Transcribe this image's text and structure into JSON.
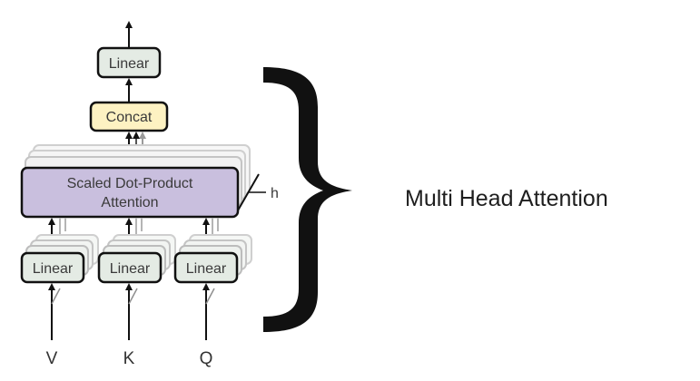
{
  "diagram": {
    "top_linear_label": "Linear",
    "concat_label": "Concat",
    "attention_label_line1": "Scaled Dot-Product",
    "attention_label_line2": "Attention",
    "heads_label": "h",
    "input_linear_label": "Linear",
    "inputs": [
      "V",
      "K",
      "Q"
    ],
    "colors": {
      "linear_fill": "#e4ebe4",
      "concat_fill": "#fdf2c2",
      "attention_fill": "#c9bfde",
      "stroke": "#111111",
      "shadow_stroke": "#c8c8c8"
    }
  },
  "caption": {
    "title": "Multi Head Attention"
  }
}
